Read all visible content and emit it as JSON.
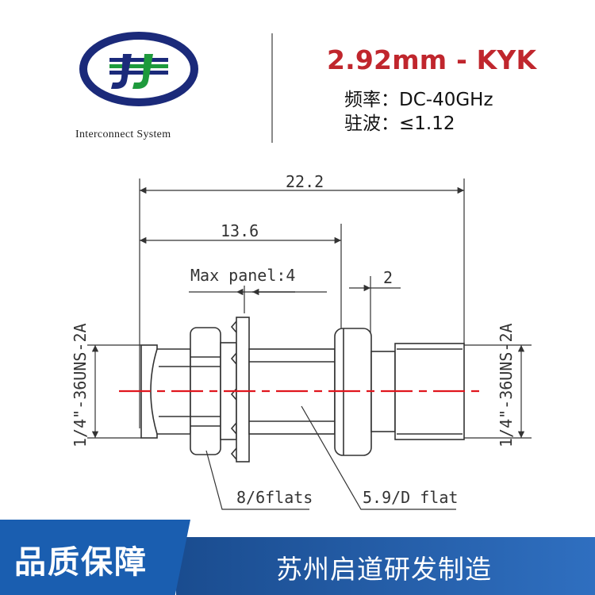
{
  "header": {
    "brand_caption": "Interconnect System",
    "product_title": "2.92mm - KYK",
    "spec_frequency": "频率：DC-40GHz",
    "spec_vswr": "驻波：≤1.12"
  },
  "drawing": {
    "dim_total": "22.2",
    "dim_partial": "13.6",
    "dim_panel": "Max panel:4",
    "dim_gap": "2",
    "thread_left": "1/4\"-36UNS-2A",
    "thread_right": "1/4\"-36UNS-2A",
    "callout_flats": "8/6flats",
    "callout_dflat": "5.9/D flat"
  },
  "footer": {
    "left_text": "品质保障",
    "right_text": "苏州启道研发制造"
  },
  "colors": {
    "title_red": "#c0262d",
    "logo_navy": "#1b2a7a",
    "logo_green": "#1e9a3c",
    "centerline_red": "#e0161e",
    "footer_blue": "#1a5eb0"
  },
  "icons": [
    "company-logo-icon"
  ]
}
